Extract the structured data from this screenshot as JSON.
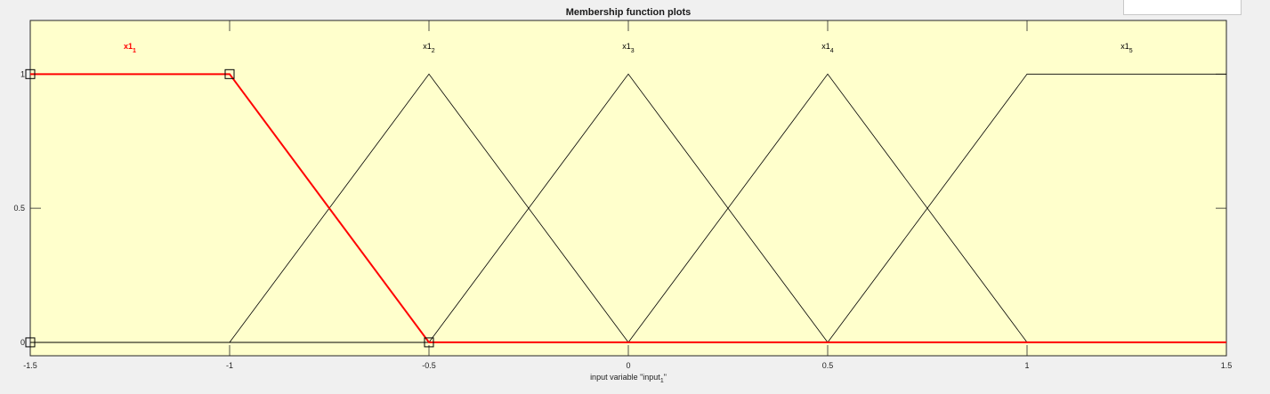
{
  "title": "Membership function plots",
  "chart_data": {
    "type": "line",
    "title": "Membership function plots",
    "xlabel": "input variable \"input",
    "xlabel_sub": "1",
    "xlabel_end": "\"",
    "xlim": [
      -1.5,
      1.5
    ],
    "ylim": [
      -0.05,
      1.2
    ],
    "x_ticks": [
      -1.5,
      -1,
      -0.5,
      0,
      0.5,
      1,
      1.5
    ],
    "x_tick_labels": [
      "-1.5",
      "-1",
      "-0.5",
      "0",
      "0.5",
      "1",
      "1.5"
    ],
    "y_ticks": [
      0,
      0.5,
      1
    ],
    "y_tick_labels": [
      "0",
      "0.5",
      "1"
    ],
    "series": [
      {
        "name": "x1",
        "sub": "1",
        "selected": true,
        "x": [
          -1.5,
          -1,
          -0.5,
          1.5
        ],
        "y": [
          1,
          1,
          0,
          0
        ],
        "label_x": -1.25
      },
      {
        "name": "x1",
        "sub": "2",
        "selected": false,
        "x": [
          -1.5,
          -1,
          -0.5,
          0,
          1.5
        ],
        "y": [
          0,
          0,
          1,
          0,
          0
        ],
        "label_x": -0.5
      },
      {
        "name": "x1",
        "sub": "3",
        "selected": false,
        "x": [
          -1.5,
          -0.5,
          0,
          0.5,
          1.5
        ],
        "y": [
          0,
          0,
          1,
          0,
          0
        ],
        "label_x": 0
      },
      {
        "name": "x1",
        "sub": "4",
        "selected": false,
        "x": [
          -1.5,
          0,
          0.5,
          1,
          1.5
        ],
        "y": [
          0,
          0,
          1,
          0,
          0
        ],
        "label_x": 0.5
      },
      {
        "name": "x1",
        "sub": "5",
        "selected": false,
        "x": [
          -1.5,
          0.5,
          1,
          1.5
        ],
        "y": [
          0,
          0,
          1,
          1
        ],
        "label_x": 1.25
      }
    ],
    "handles": [
      {
        "x": -1.5,
        "y": 1
      },
      {
        "x": -1,
        "y": 1
      },
      {
        "x": -0.5,
        "y": 0
      },
      {
        "x": -1.5,
        "y": 0
      }
    ],
    "colors": {
      "background": "#ffffcc",
      "selected": "#ff0000",
      "normal": "#000000"
    }
  }
}
